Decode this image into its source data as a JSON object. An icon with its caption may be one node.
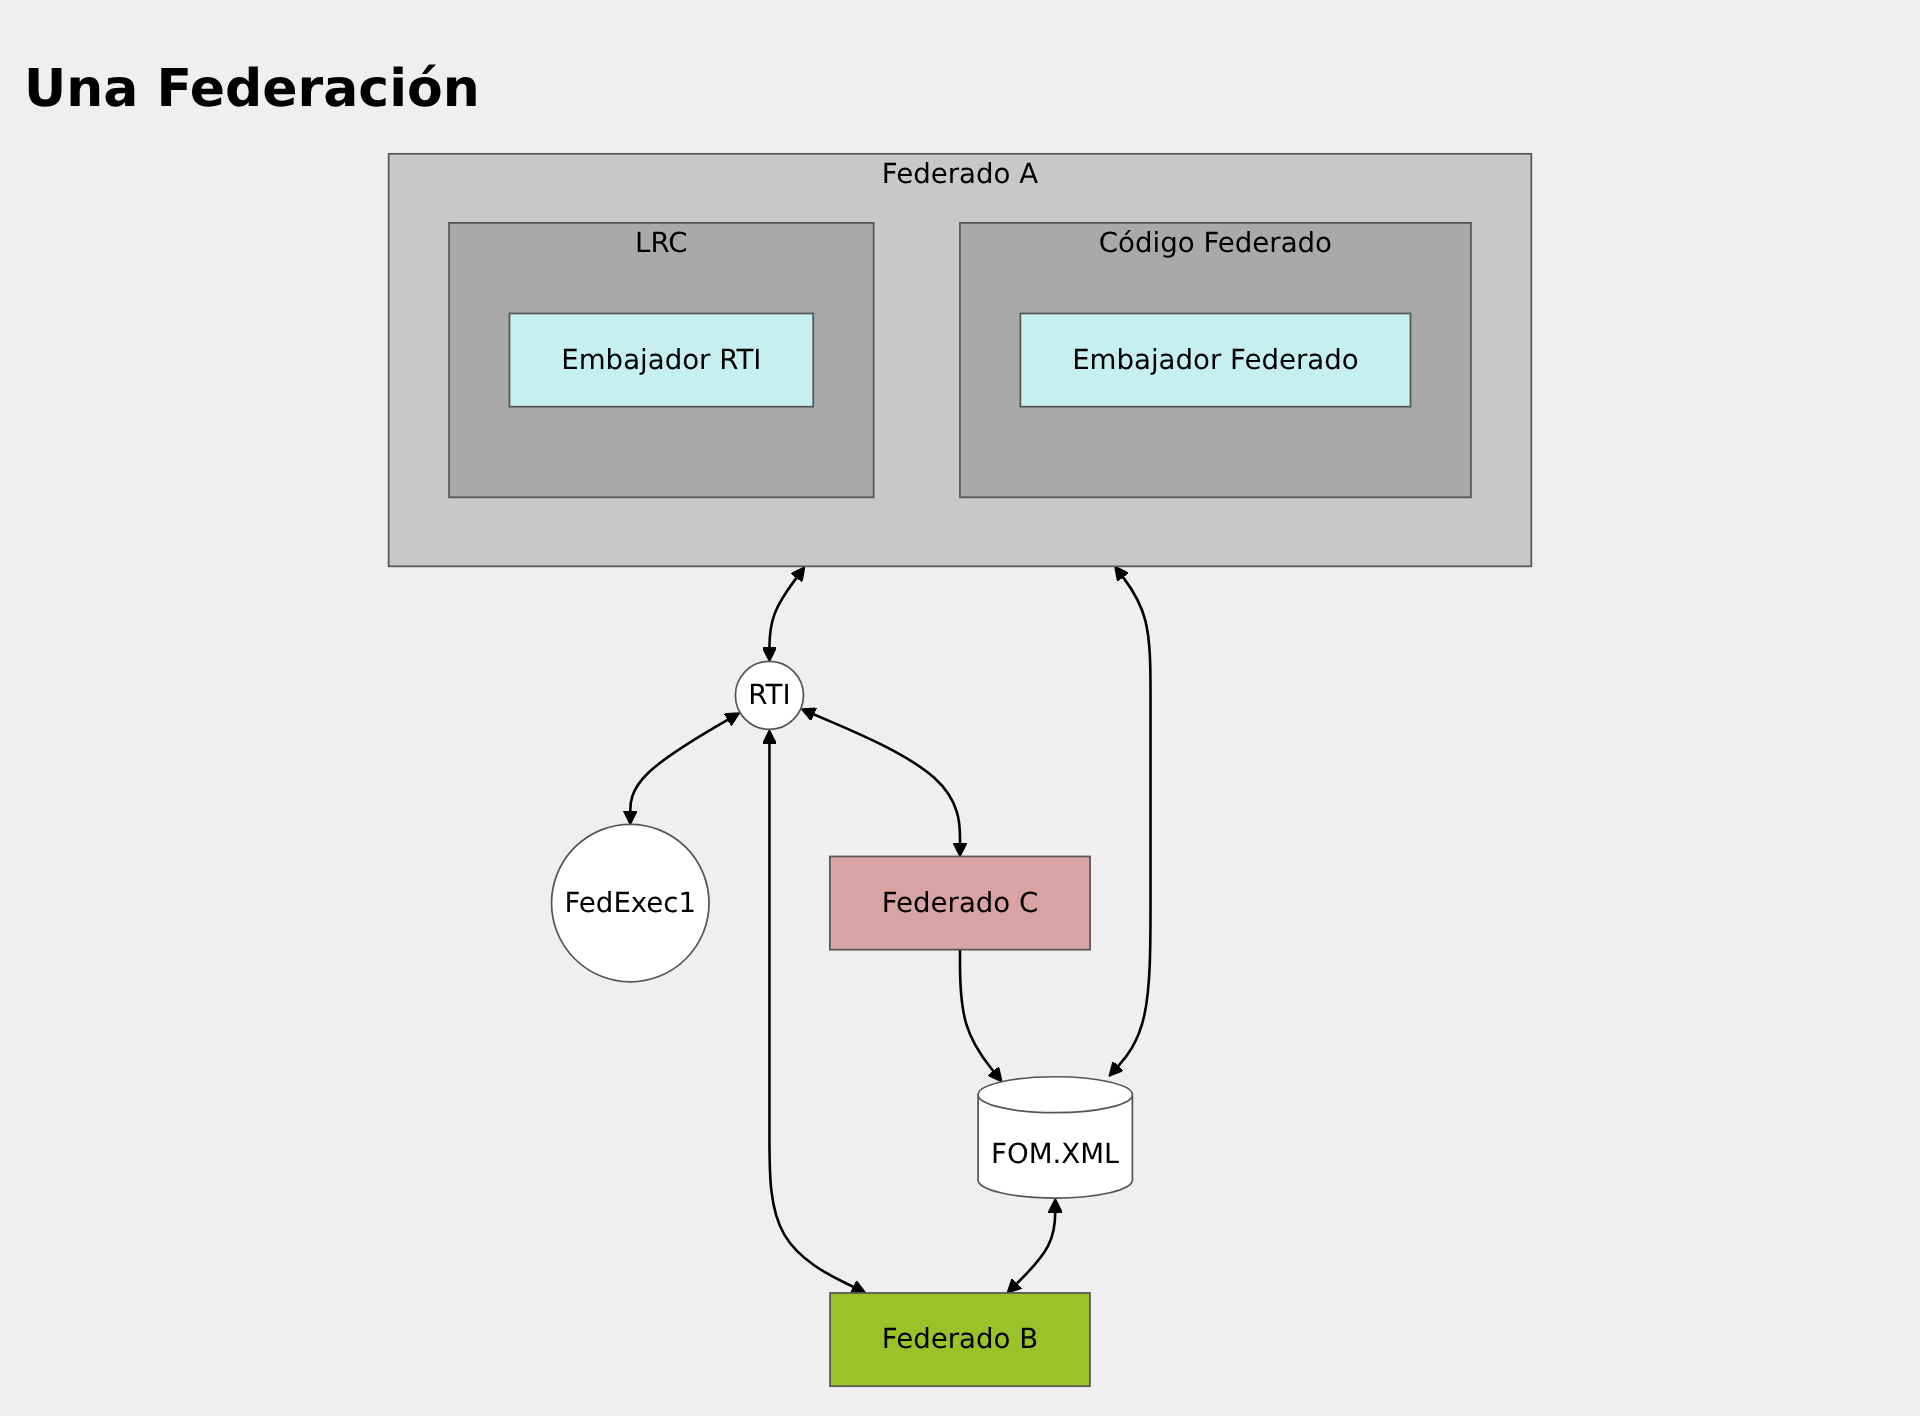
{
  "diagram": {
    "title": "Una Federación",
    "nodes": [
      {
        "text": [
          "Federado A"
        ]
      },
      {
        "text": [
          "Código Federado"
        ],
        "in": 0
      },
      {
        "text": [
          "Embajador Federado"
        ],
        "in": 1
      },
      {
        "text": [
          "LRC"
        ],
        "in": 0
      },
      {
        "text": [
          "Embajador RTI"
        ],
        "in": 3
      },
      {
        "text": [
          "FOM.XML"
        ]
      },
      {
        "text": [
          "RTI"
        ]
      },
      {
        "text": [
          "FedExec1"
        ]
      },
      {
        "text": [
          "Federado B"
        ]
      },
      {
        "text": [
          "Federado C"
        ]
      }
    ],
    "edges": [
      {
        "from": 5,
        "to": 0,
        "arrow": "both"
      },
      {
        "from": 0,
        "to": 6,
        "arrow": "both"
      },
      {
        "from": 6,
        "to": 7,
        "arrow": "both"
      },
      {
        "from": 6,
        "to": 8,
        "arrow": "both"
      },
      {
        "from": 6,
        "to": 9,
        "arrow": "both"
      },
      {
        "from": 5,
        "to": 8,
        "arrow": "both"
      },
      {
        "from": 9,
        "to": 5,
        "arrow": "to"
      }
    ]
  }
}
